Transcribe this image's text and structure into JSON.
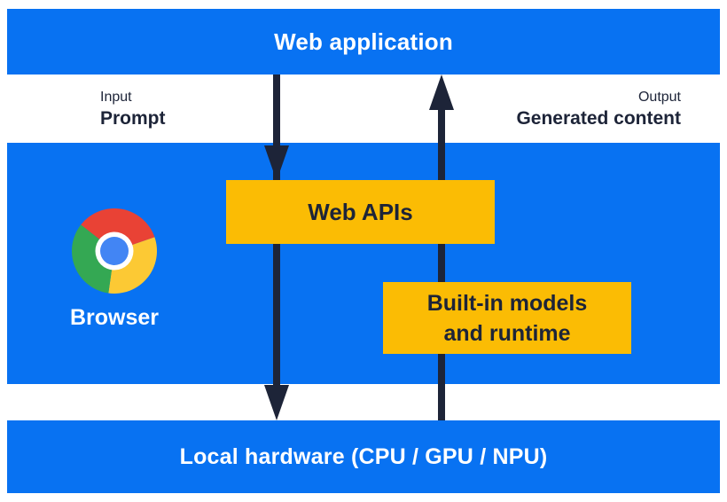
{
  "colors": {
    "page_bg": "#ffffff",
    "blue": "#0872f2",
    "yellow": "#fbbc04",
    "ink": "#1d2438",
    "white_text": "#ffffff",
    "chrome_red": "#e94235",
    "chrome_yellow": "#fcc934",
    "chrome_green": "#34a853",
    "chrome_blue": "#4285f4"
  },
  "top_bar": {
    "label": "Web application"
  },
  "flow_labels": {
    "input_title": "Input",
    "input_value": "Prompt",
    "output_title": "Output",
    "output_value": "Generated content"
  },
  "browser": {
    "label": "Browser",
    "icon": "chrome-logo"
  },
  "web_apis_box": {
    "label": "Web APIs"
  },
  "builtin_box": {
    "label": "Built-in models\nand runtime"
  },
  "bottom_bar": {
    "label": "Local hardware (CPU / GPU / NPU)"
  },
  "arrows": {
    "down": {
      "direction": "down",
      "from": "Web application",
      "to": "Local hardware (CPU / GPU / NPU)"
    },
    "up": {
      "direction": "up",
      "from": "Local hardware (CPU / GPU / NPU)",
      "to": "Web application"
    }
  }
}
